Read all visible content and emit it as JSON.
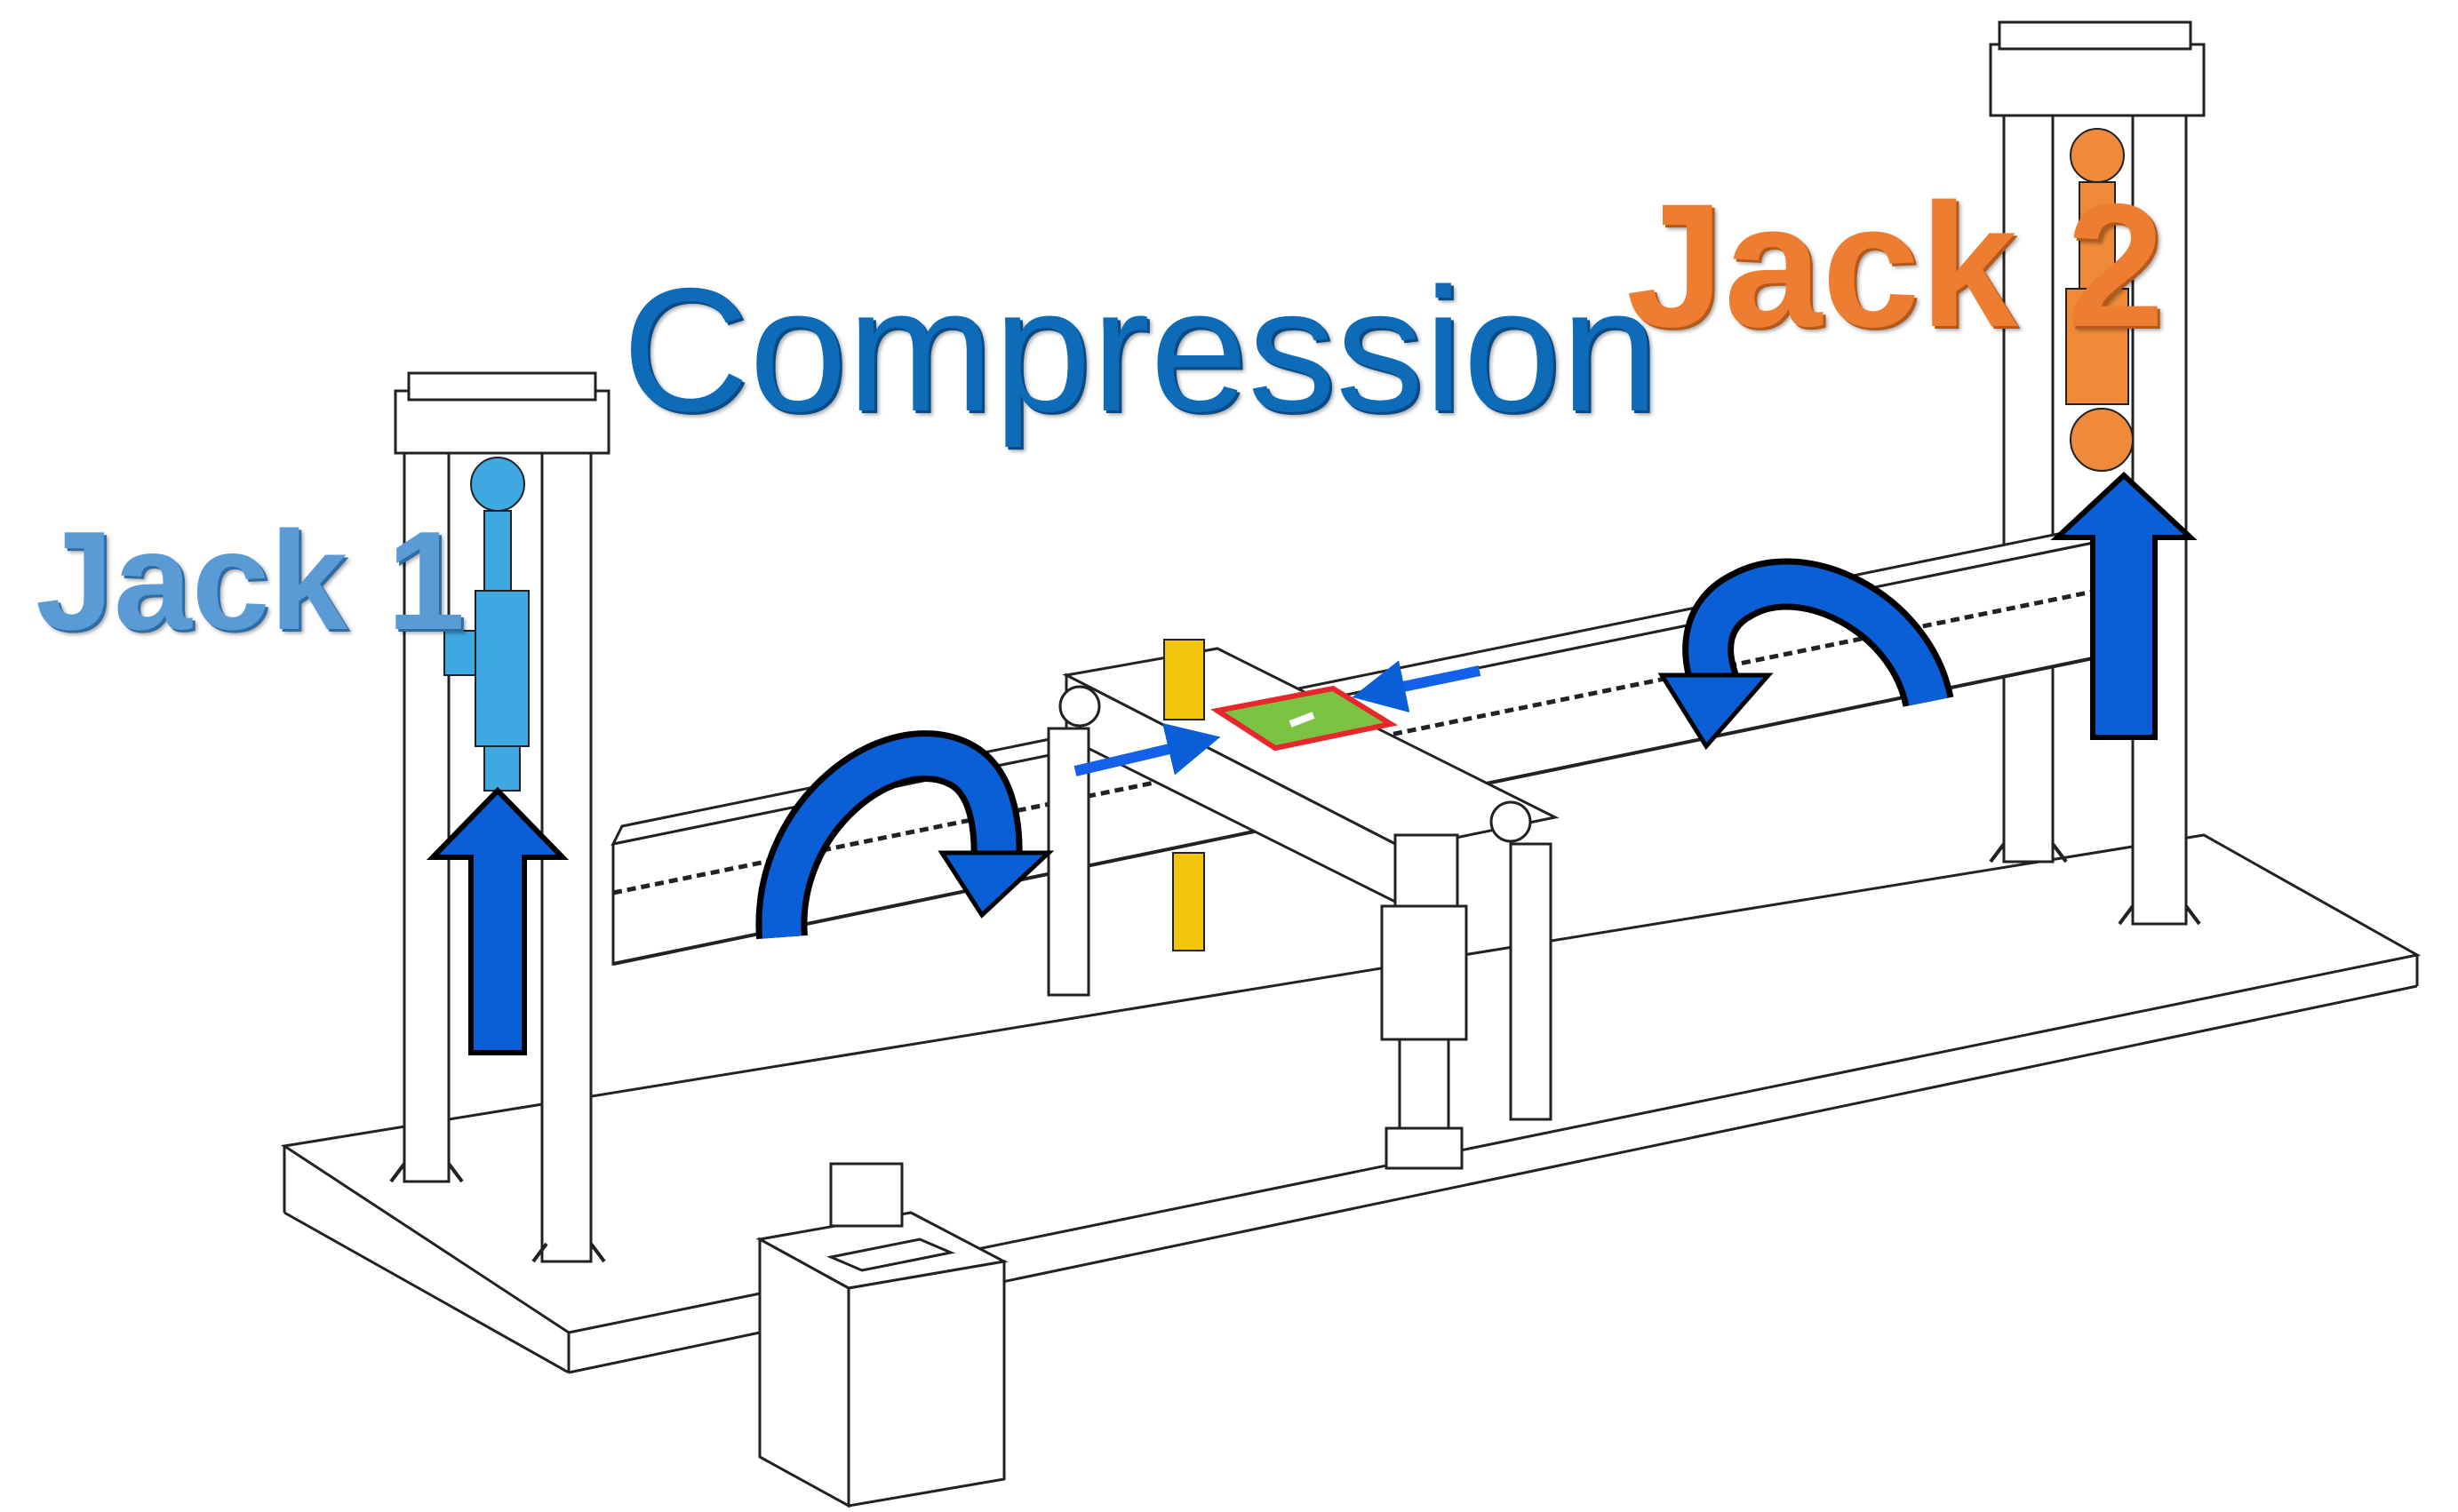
{
  "labels": {
    "jack1": "Jack 1",
    "compression": "Compression",
    "jack2": "Jack 2"
  },
  "colors": {
    "jack1": "#5b9bd5",
    "compression": "#0e6bb8",
    "jack2": "#ed7d31",
    "arrow": "#0a5fd6",
    "plate_border": "#e8272a",
    "plate_fill": "#7cc242",
    "actuator_center": "#f2c40c"
  }
}
